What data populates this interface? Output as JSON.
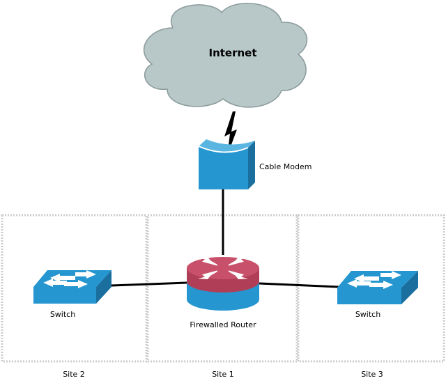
{
  "cloud": {
    "label": "Internet",
    "fill": "#b8c8c8",
    "stroke": "#8a9a9a"
  },
  "modem": {
    "label": "Cable Modem",
    "fill": "#2596cf"
  },
  "router": {
    "label": "Firewalled Router",
    "top": "#c8506a",
    "body": "#2596cf"
  },
  "switches": [
    {
      "label": "Switch"
    },
    {
      "label": "Switch"
    }
  ],
  "sites": [
    {
      "label": "Site 2"
    },
    {
      "label": "Site 1"
    },
    {
      "label": "Site 3"
    }
  ],
  "colors": {
    "accent_blue": "#2596cf",
    "router_red": "#c8506a",
    "site_border": "#cccccc",
    "link": "#000000"
  }
}
